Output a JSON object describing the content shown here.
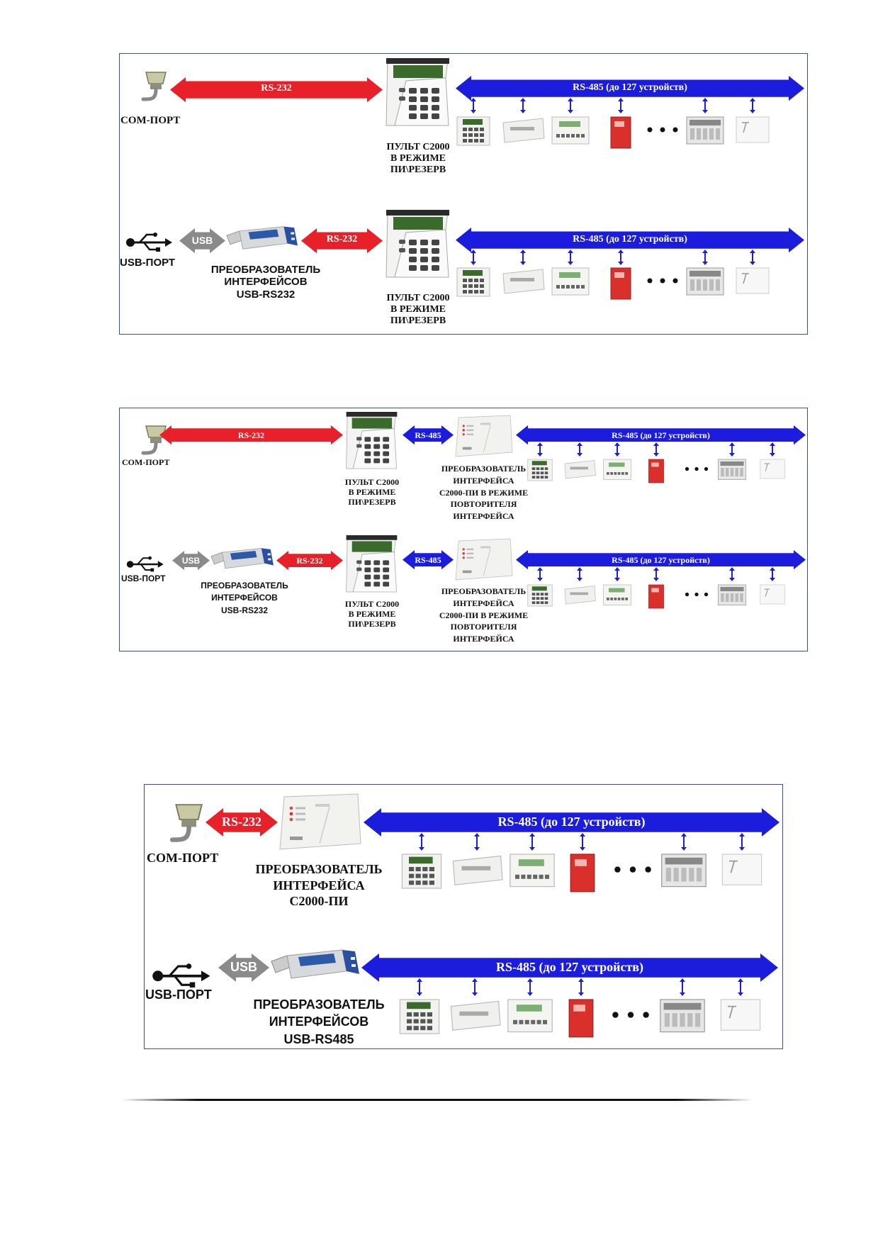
{
  "colors": {
    "rs232_arrow": "#e8202a",
    "rs485_arrow": "#1c1cdc",
    "usb_arrow": "#8a8a8a",
    "panel_border": "#2f5597",
    "vertical_link": "#1c1cdc",
    "device_red": "#d9302c",
    "lcd_green": "#3a6b2c"
  },
  "panel1": {
    "row1": {
      "port_label": "COM-ПОРТ",
      "link_232": "RS-232",
      "link_485": "RS-485 (до 127 устройств)",
      "console_label": [
        "ПУЛЬТ С2000",
        "В РЕЖИМЕ",
        "ПИ\\РЕЗЕРВ"
      ]
    },
    "row2": {
      "port_label": "USB-ПОРТ",
      "link_usb": "USB",
      "link_232": "RS-232",
      "link_485": "RS-485 (до 127 устройств)",
      "converter_label": [
        "ПРЕОБРАЗОВАТЕЛЬ",
        "ИНТЕРФЕЙСОВ",
        "USB-RS232"
      ],
      "console_label": [
        "ПУЛЬТ С2000",
        "В РЕЖИМЕ",
        "ПИ\\РЕЗЕРВ"
      ]
    }
  },
  "panel2": {
    "row1": {
      "port_label": "COM-ПОРТ",
      "link_232": "RS-232",
      "link_485_short": "RS-485",
      "link_485": "RS-485 (до 127 устройств)",
      "console_label": [
        "ПУЛЬТ С2000",
        "В РЕЖИМЕ",
        "ПИ\\РЕЗЕРВ"
      ],
      "repeater_label": [
        "ПРЕОБРАЗОВАТЕЛЬ",
        "ИНТЕРФЕЙСА",
        "С2000-ПИ В РЕЖИМЕ",
        "ПОВТОРИТЕЛЯ",
        "ИНТЕРФЕЙСА"
      ]
    },
    "row2": {
      "port_label": "USB-ПОРТ",
      "link_usb": "USB",
      "link_232": "RS-232",
      "link_485_short": "RS-485",
      "link_485": "RS-485 (до 127 устройств)",
      "converter_label": [
        "ПРЕОБРАЗОВАТЕЛЬ",
        "ИНТЕРФЕЙСОВ",
        "USB-RS232"
      ],
      "console_label": [
        "ПУЛЬТ С2000",
        "В РЕЖИМЕ",
        "ПИ\\РЕЗЕРВ"
      ],
      "repeater_label": [
        "ПРЕОБРАЗОВАТЕЛЬ",
        "ИНТЕРФЕЙСА",
        "С2000-ПИ В РЕЖИМЕ",
        "ПОВТОРИТЕЛЯ",
        "ИНТЕРФЕЙСА"
      ]
    }
  },
  "panel3": {
    "row1": {
      "port_label": "COM-ПОРТ",
      "link_232": "RS-232",
      "link_485": "RS-485 (до 127 устройств)",
      "converter_label": [
        "ПРЕОБРАЗОВАТЕЛЬ",
        "ИНТЕРФЕЙСА",
        "С2000-ПИ"
      ]
    },
    "row2": {
      "port_label": "USB-ПОРТ",
      "link_usb": "USB",
      "link_485": "RS-485 (до 127 устройств)",
      "converter_label": [
        "ПРЕОБРАЗОВАТЕЛЬ",
        "ИНТЕРФЕЙСОВ",
        "USB-RS485"
      ]
    }
  }
}
